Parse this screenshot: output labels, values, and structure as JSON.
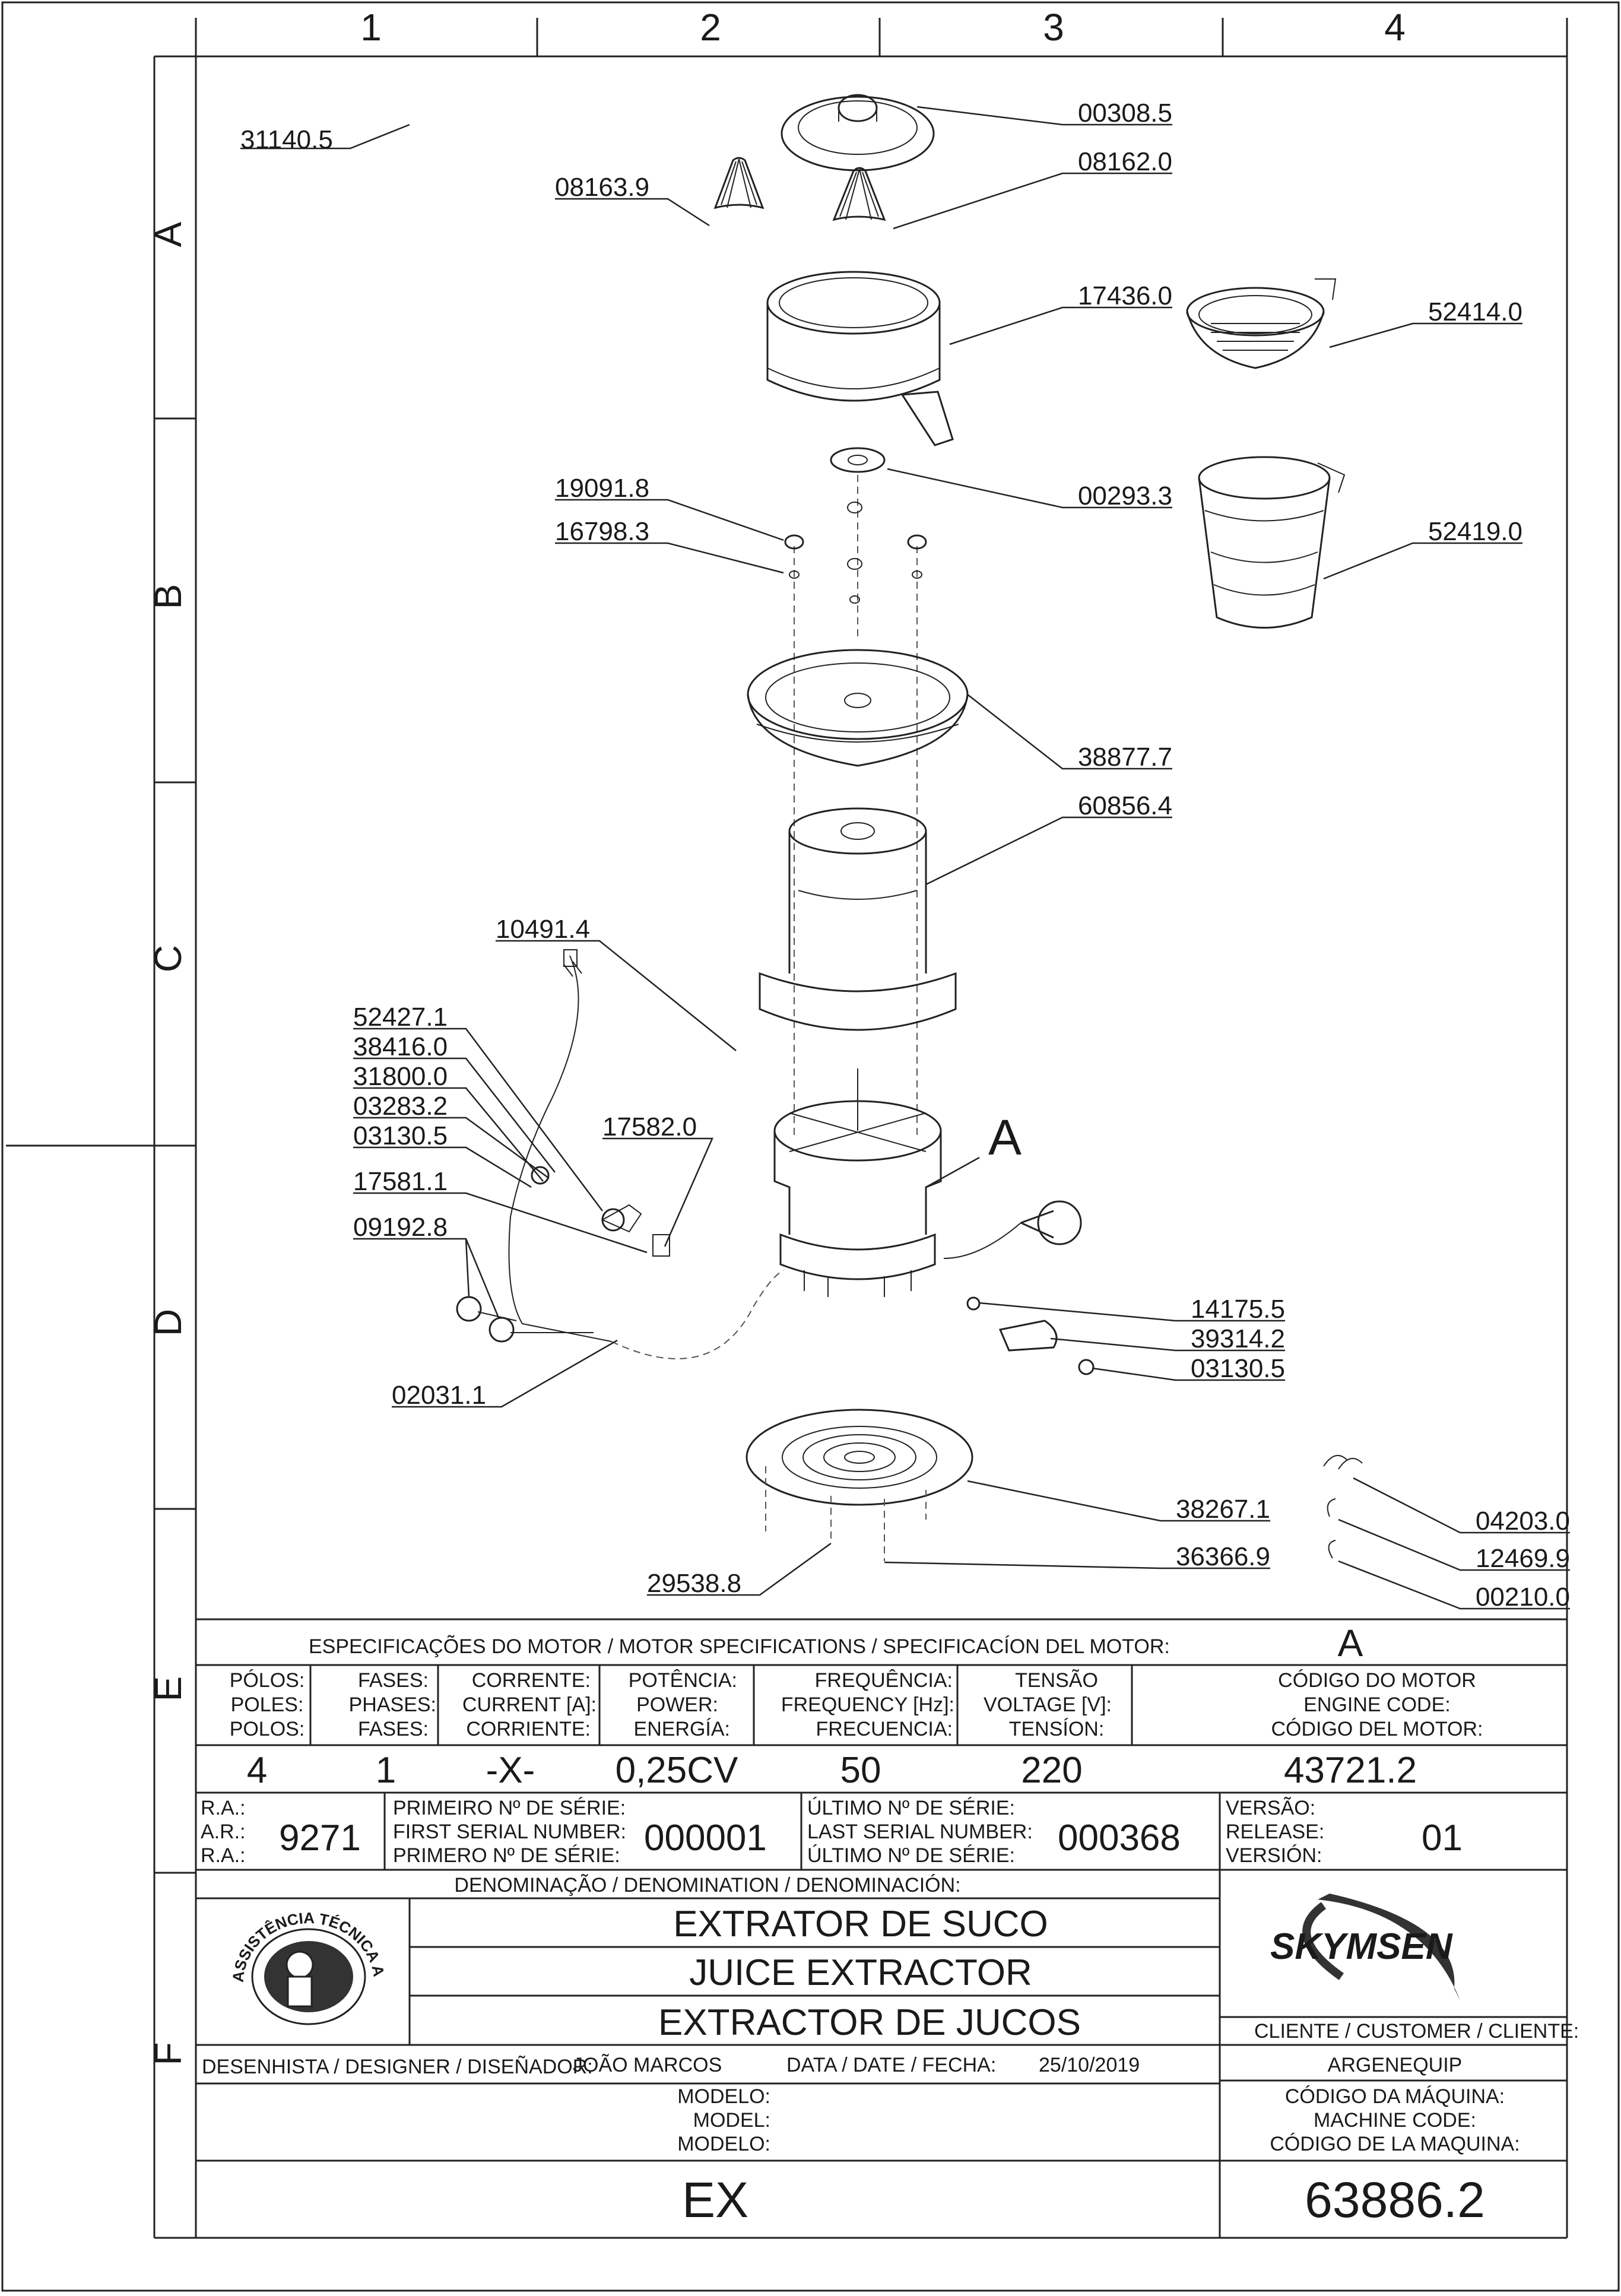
{
  "grid": {
    "columns": [
      "1",
      "2",
      "3",
      "4"
    ],
    "rows": [
      "A",
      "B",
      "C",
      "D",
      "E",
      "F"
    ]
  },
  "callouts": {
    "p31140": "31140.5",
    "p00308": "00308.5",
    "p08162": "08162.0",
    "p08163": "08163.9",
    "p17436": "17436.0",
    "p52414": "52414.0",
    "p00293": "00293.3",
    "p19091": "19091.8",
    "p16798": "16798.3",
    "p52419": "52419.0",
    "p38877": "38877.7",
    "p60856": "60856.4",
    "p10491": "10491.4",
    "p52427": "52427.1",
    "p38416": "38416.0",
    "p31800": "31800.0",
    "p03283": "03283.2",
    "p03130a": "03130.5",
    "p17582": "17582.0",
    "p17581": "17581.1",
    "p09192": "09192.8",
    "p14175": "14175.5",
    "p39314": "39314.2",
    "p03130b": "03130.5",
    "p02031": "02031.1",
    "p38267": "38267.1",
    "p04203": "04203.0",
    "p12469": "12469.9",
    "p36366": "36366.9",
    "p29538": "29538.8",
    "p00210": "00210.0",
    "motor_ref": "A"
  },
  "motor_specs": {
    "title": "ESPECIFICAÇÕES DO MOTOR / MOTOR SPECIFICATIONS / SPECIFICACÍON DEL MOTOR:",
    "ref": "A",
    "headers": [
      [
        "PÓLOS:",
        "POLES:",
        "POLOS:"
      ],
      [
        "FASES:",
        "PHASES:",
        "FASES:"
      ],
      [
        "CORRENTE:",
        "CURRENT [A]:",
        "CORRIENTE:"
      ],
      [
        "POTÊNCIA:",
        "POWER:",
        "ENERGÍA:"
      ],
      [
        "FREQUÊNCIA:",
        "FREQUENCY [Hz]:",
        "FRECUENCIA:"
      ],
      [
        "TENSÃO",
        "VOLTAGE [V]:",
        "TENSÍON:"
      ],
      [
        "CÓDIGO DO MOTOR",
        "ENGINE CODE:",
        "CÓDIGO DEL MOTOR:"
      ]
    ],
    "values": [
      "4",
      "1",
      "-X-",
      "0,25CV",
      "50",
      "220",
      "43721.2"
    ]
  },
  "serial": {
    "ra_labels": [
      "R.A.:",
      "A.R.:",
      "R.A.:"
    ],
    "ra_value": "9271",
    "first_labels": [
      "PRIMEIRO Nº DE SÉRIE:",
      "FIRST SERIAL NUMBER:",
      "PRIMERO Nº DE SÉRIE:"
    ],
    "first_value": "000001",
    "last_labels": [
      "ÚLTIMO Nº DE SÉRIE:",
      "LAST SERIAL NUMBER:",
      "ÚLTIMO Nº DE SÉRIE:"
    ],
    "last_value": "000368",
    "version_labels": [
      "VERSÃO:",
      "RELEASE:",
      "VERSIÓN:"
    ],
    "version_value": "01"
  },
  "denomination": {
    "label": "DENOMINAÇÃO / DENOMINATION / DENOMINACIÓN:",
    "lines": [
      "EXTRATOR DE SUCO",
      "JUICE EXTRACTOR",
      "EXTRACTOR DE JUCOS"
    ]
  },
  "brand": "SKYMSEN",
  "seal_text": "ASSISTÊNCIA TÉCNICA AUTORIZADA",
  "customer": {
    "label": "CLIENTE / CUSTOMER / CLIENTE:",
    "value": "ARGENEQUIP"
  },
  "designer": {
    "label": "DESENHISTA / DESIGNER / DISEÑADOR:",
    "value": "JOÃO MARCOS",
    "date_label": "DATA / DATE / FECHA:",
    "date_value": "25/10/2019"
  },
  "model": {
    "labels": [
      "MODELO:",
      "MODEL:",
      "MODELO:"
    ],
    "value": "EX"
  },
  "machine_code": {
    "labels": [
      "CÓDIGO DA MÁQUINA:",
      "MACHINE CODE:",
      "CÓDIGO DE LA MAQUINA:"
    ],
    "value": "63886.2"
  },
  "colors": {
    "line": "#222222",
    "background": "#ffffff"
  }
}
